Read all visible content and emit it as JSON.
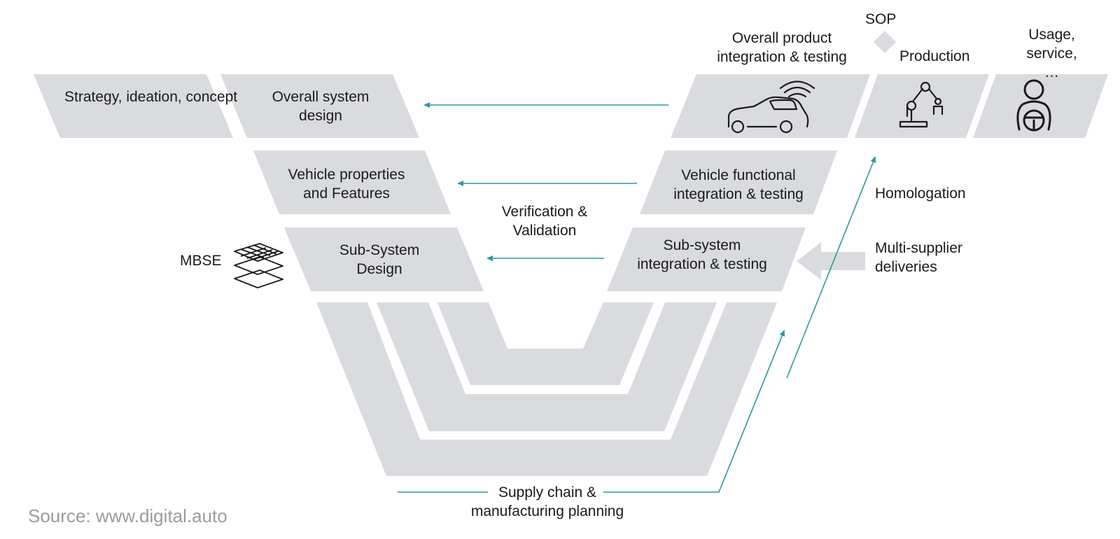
{
  "colors": {
    "shape_fill": "#d9dbdf",
    "arrow": "#2a9a9a",
    "text": "#1a1a1a",
    "source_text": "#9b9b9b"
  },
  "top_row": {
    "strategy": "Strategy, ideation, concept",
    "overall_design": "Overall system design",
    "overall_integration": "Overall product integration & testing",
    "sop": "SOP",
    "production": "Production",
    "usage": "Usage, service, …"
  },
  "second_row": {
    "vehicle_properties": "Vehicle properties and Features",
    "vehicle_integration": "Vehicle functional integration & testing"
  },
  "third_row": {
    "mbse": "MBSE",
    "subsystem_design": "Sub-System Design",
    "subsystem_integration": "Sub-system integration & testing"
  },
  "center_label": "Verification & Validation",
  "right_labels": {
    "homologation": "Homologation",
    "multi_supplier": "Multi-supplier deliveries"
  },
  "bottom_label": "Supply chain & manufacturing planning",
  "source": "Source: www.digital.auto",
  "icons": [
    "connected-car-icon",
    "robot-arm-icon",
    "driver-steering-wheel-icon",
    "mbse-layers-icon",
    "sop-diamond-icon"
  ]
}
